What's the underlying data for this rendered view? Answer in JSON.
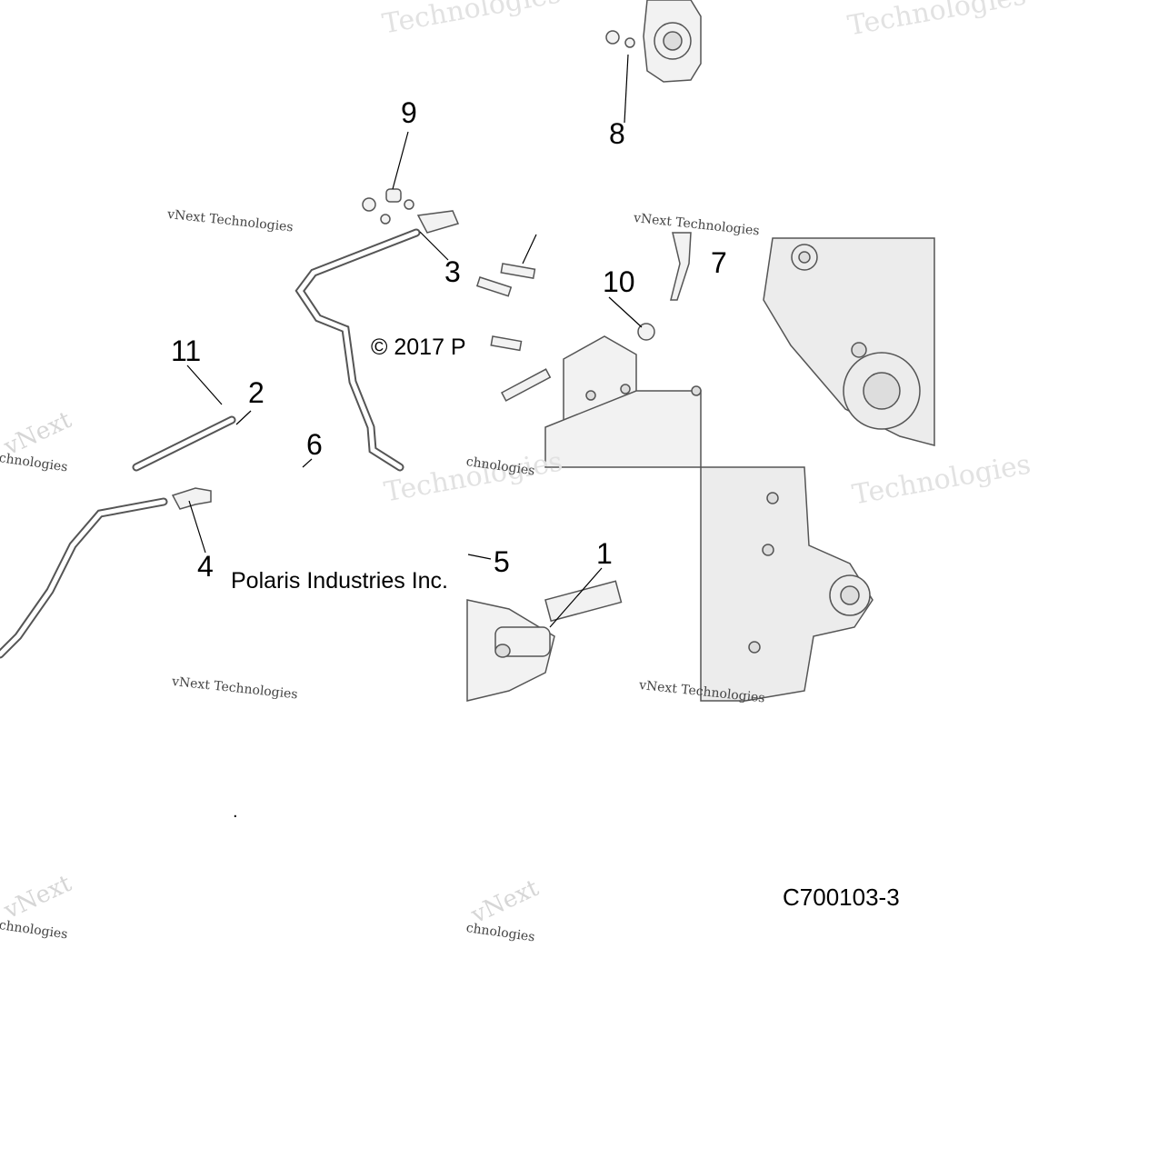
{
  "callouts": [
    "1",
    "2",
    "3",
    "4",
    "5",
    "6",
    "7",
    "8",
    "9",
    "10",
    "11"
  ],
  "copyright_fragments": [
    "© 2017 P",
    "Polaris Industries Inc."
  ],
  "diagram_code": "C700103-3",
  "dot": ".",
  "watermarks": {
    "tech": "Technologies",
    "vnext": "vNext Technologies",
    "ghost": "vNext",
    "chno": "chnologies"
  },
  "colors": {
    "line": "#000000",
    "part_fill": "#f2f2f2",
    "part_stroke": "#555555",
    "watermark": "#e2e2e2"
  }
}
